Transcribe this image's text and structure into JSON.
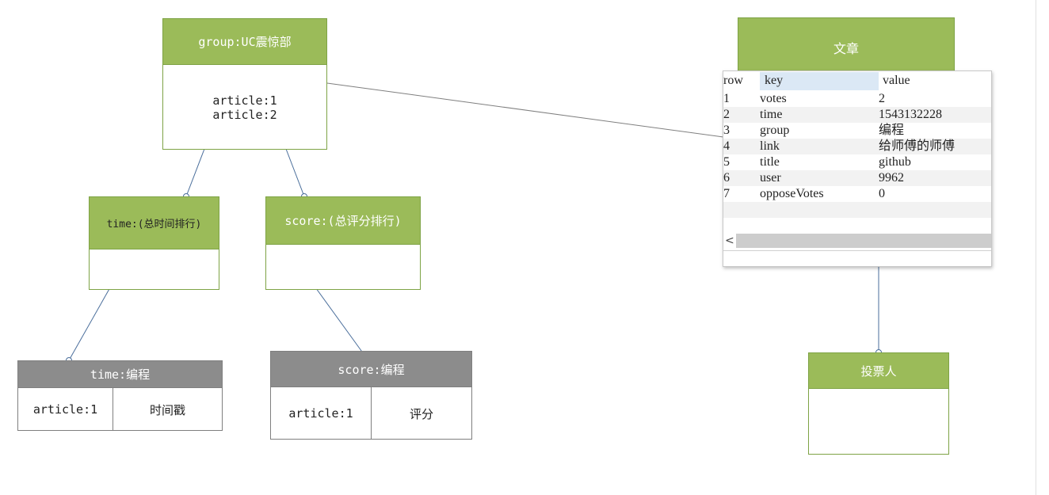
{
  "group_box": {
    "header": "group:UC震惊部",
    "items": [
      "article:1",
      "article:2"
    ]
  },
  "time_box": {
    "header": "time:(总时间排行)"
  },
  "score_box": {
    "header": "score:(总评分排行)"
  },
  "time_table": {
    "header": "time:编程",
    "cells": [
      "article:1",
      "时间戳"
    ]
  },
  "score_table": {
    "header": "score:编程",
    "cells": [
      "article:1",
      "评分"
    ]
  },
  "article_box": {
    "header": "文章"
  },
  "voter_box": {
    "header": "投票人"
  },
  "article_hash": {
    "columns": [
      "row",
      "key",
      "value"
    ],
    "rows": [
      {
        "row": "1",
        "key": "votes",
        "value": "2"
      },
      {
        "row": "2",
        "key": "time",
        "value": "1543132228"
      },
      {
        "row": "3",
        "key": "group",
        "value": "编程"
      },
      {
        "row": "4",
        "key": "link",
        "value": "给师傅的师傅"
      },
      {
        "row": "5",
        "key": "title",
        "value": "github"
      },
      {
        "row": "6",
        "key": "user",
        "value": "9962"
      },
      {
        "row": "7",
        "key": "opposeVotes",
        "value": "0"
      }
    ],
    "scroll_left_glyph": "<"
  },
  "colors": {
    "header_green": "#9bbb59",
    "header_gray": "#8c8c8c",
    "border_green": "#7ea345",
    "connector_blue": "#4a6e9b",
    "connector_gray": "#7f7f7f"
  }
}
